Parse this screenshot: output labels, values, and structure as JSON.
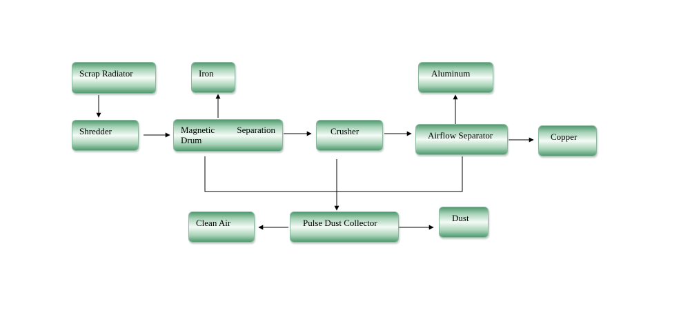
{
  "nodes": {
    "scrap_radiator": "Scrap Radiator",
    "iron": "Iron",
    "shredder": "Shredder",
    "magnetic_separation_drum": "Magnetic Separation Drum",
    "crusher": "Crusher",
    "aluminum": "Aluminum",
    "airflow_separator": "Airflow Separator",
    "copper": "Copper",
    "clean_air": "Clean Air",
    "pulse_dust_collector": "Pulse Dust Collector",
    "dust": "Dust"
  },
  "edges": [
    {
      "from": "Scrap Radiator",
      "to": "Shredder"
    },
    {
      "from": "Shredder",
      "to": "Magnetic Separation Drum"
    },
    {
      "from": "Magnetic Separation Drum",
      "to": "Iron"
    },
    {
      "from": "Magnetic Separation Drum",
      "to": "Crusher"
    },
    {
      "from": "Crusher",
      "to": "Airflow Separator"
    },
    {
      "from": "Airflow Separator",
      "to": "Aluminum"
    },
    {
      "from": "Airflow Separator",
      "to": "Copper"
    },
    {
      "from": "Magnetic Separation Drum",
      "to": "Pulse Dust Collector"
    },
    {
      "from": "Crusher",
      "to": "Pulse Dust Collector"
    },
    {
      "from": "Airflow Separator",
      "to": "Pulse Dust Collector"
    },
    {
      "from": "Pulse Dust Collector",
      "to": "Clean Air"
    },
    {
      "from": "Pulse Dust Collector",
      "to": "Dust"
    }
  ],
  "colors": {
    "box_dark": "#4f9a6f",
    "box_light": "#f4fbf6",
    "line": "#000000"
  }
}
